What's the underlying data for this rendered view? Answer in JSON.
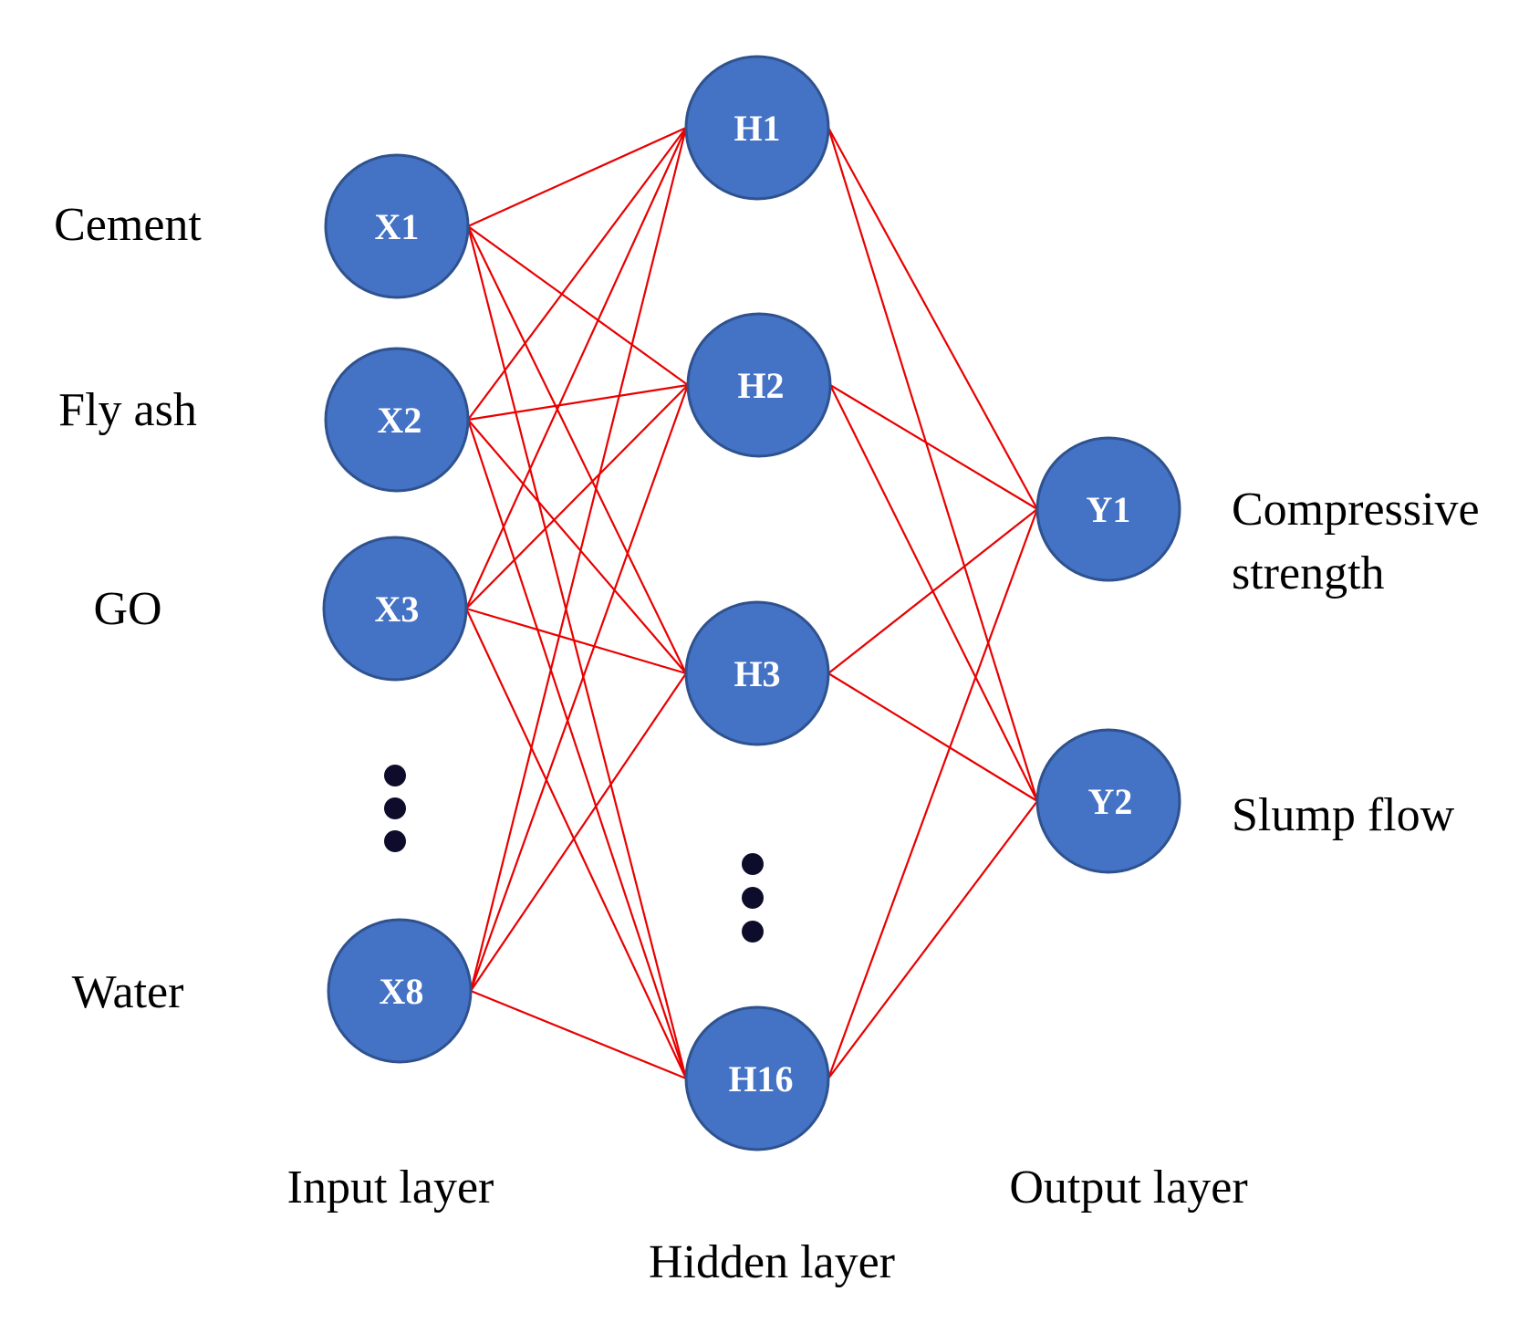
{
  "input_nodes": [
    {
      "id": "X1",
      "name": "Cement"
    },
    {
      "id": "X2",
      "name": "Fly ash"
    },
    {
      "id": "X3",
      "name": "GO"
    },
    {
      "id": "X8",
      "name": "Water"
    }
  ],
  "hidden_nodes": [
    {
      "id": "H1"
    },
    {
      "id": "H2"
    },
    {
      "id": "H3"
    },
    {
      "id": "H16"
    }
  ],
  "output_nodes": [
    {
      "id": "Y1",
      "name_line1": "Compressive",
      "name_line2": "strength"
    },
    {
      "id": "Y2",
      "name_line1": "Slump flow",
      "name_line2": ""
    }
  ],
  "layers": {
    "input": "Input layer",
    "hidden": "Hidden layer",
    "output": "Output layer"
  },
  "colors": {
    "node_fill": "#4472c4",
    "node_stroke": "#2f528f",
    "edge": "#e80000"
  }
}
